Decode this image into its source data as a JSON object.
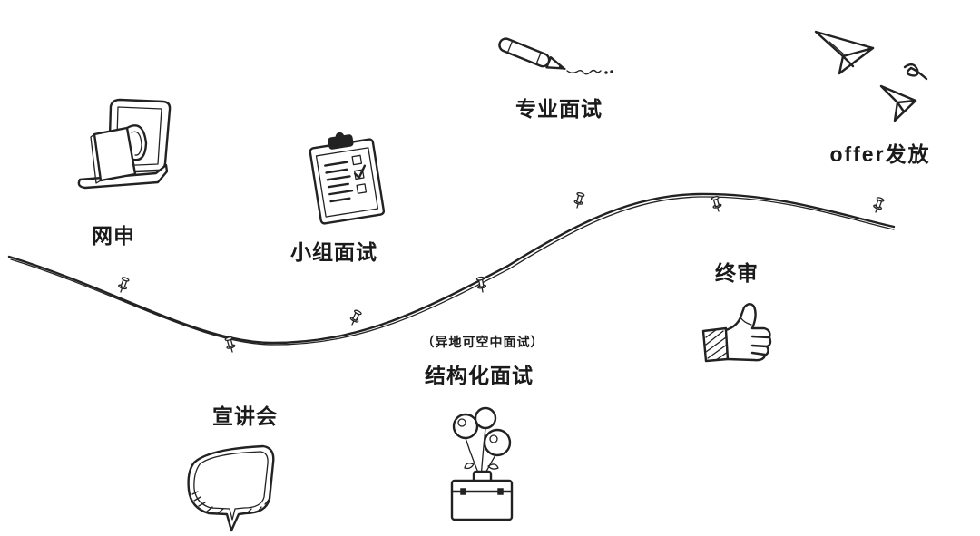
{
  "stages": {
    "online_application": "网申",
    "group_interview": "小组面试",
    "professional_interview": "专业面试",
    "offer": "offer发放",
    "final_review": "终审",
    "remote_note": "（异地可空中面试）",
    "structured_interview": "结构化面试",
    "info_session": "宣讲会"
  },
  "icons": {
    "online_application": "tablet-stand-icon",
    "group_interview": "clipboard-icon",
    "professional_interview": "pen-icon",
    "offer": "paper-plane-icon",
    "final_review": "thumbs-up-icon",
    "structured_interview": "briefcase-balloons-icon",
    "info_session": "speech-bubble-icon",
    "timeline_marker": "pin-icon"
  },
  "colors": {
    "line": "#222222",
    "text": "#1a1a1a",
    "background": "#ffffff"
  }
}
